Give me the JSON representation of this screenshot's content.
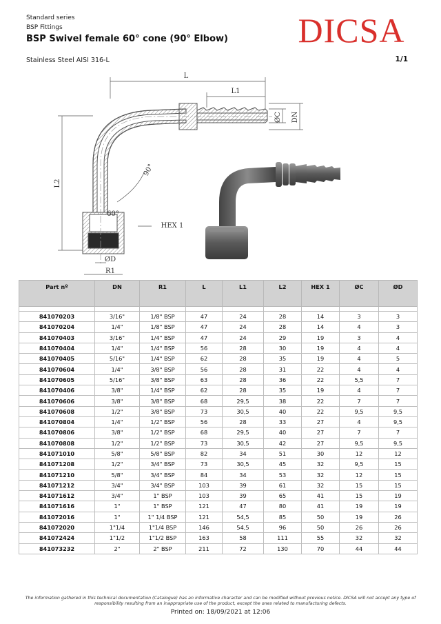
{
  "header": {
    "series": "Standard series",
    "family": "BSP Fittings",
    "title": "BSP Swivel female 60° cone (90° Elbow)",
    "logo_text": "DICSA",
    "material": "Stainless Steel AISI 316-L",
    "page": "1/1"
  },
  "drawing": {
    "dim_L": "L",
    "dim_L1": "L1",
    "dim_L2": "L2",
    "dim_C": "ØC",
    "dim_DN": "DN",
    "dim_D": "ØD",
    "dim_R1": "R1",
    "angle_90": "90°",
    "angle_60": "60°",
    "hex": "HEX 1"
  },
  "table": {
    "columns": [
      "Part nº",
      "DN",
      "R1",
      "L",
      "L1",
      "L2",
      "HEX 1",
      "ØC",
      "ØD"
    ],
    "rows": [
      [
        "841070203",
        "3/16\"",
        "1/8\" BSP",
        "47",
        "24",
        "28",
        "14",
        "3",
        "3"
      ],
      [
        "841070204",
        "1/4\"",
        "1/8\" BSP",
        "47",
        "24",
        "28",
        "14",
        "4",
        "3"
      ],
      [
        "841070403",
        "3/16\"",
        "1/4\" BSP",
        "47",
        "24",
        "29",
        "19",
        "3",
        "4"
      ],
      [
        "841070404",
        "1/4\"",
        "1/4\" BSP",
        "56",
        "28",
        "30",
        "19",
        "4",
        "4"
      ],
      [
        "841070405",
        "5/16\"",
        "1/4\" BSP",
        "62",
        "28",
        "35",
        "19",
        "4",
        "5"
      ],
      [
        "841070604",
        "1/4\"",
        "3/8\" BSP",
        "56",
        "28",
        "31",
        "22",
        "4",
        "4"
      ],
      [
        "841070605",
        "5/16\"",
        "3/8\" BSP",
        "63",
        "28",
        "36",
        "22",
        "5,5",
        "7"
      ],
      [
        "841070406",
        "3/8\"",
        "1/4\" BSP",
        "62",
        "28",
        "35",
        "19",
        "4",
        "7"
      ],
      [
        "841070606",
        "3/8\"",
        "3/8\" BSP",
        "68",
        "29,5",
        "38",
        "22",
        "7",
        "7"
      ],
      [
        "841070608",
        "1/2\"",
        "3/8\" BSP",
        "73",
        "30,5",
        "40",
        "22",
        "9,5",
        "9,5"
      ],
      [
        "841070804",
        "1/4\"",
        "1/2\" BSP",
        "56",
        "28",
        "33",
        "27",
        "4",
        "9,5"
      ],
      [
        "841070806",
        "3/8\"",
        "1/2\" BSP",
        "68",
        "29,5",
        "40",
        "27",
        "7",
        "7"
      ],
      [
        "841070808",
        "1/2\"",
        "1/2\" BSP",
        "73",
        "30,5",
        "42",
        "27",
        "9,5",
        "9,5"
      ],
      [
        "841071010",
        "5/8\"",
        "5/8\" BSP",
        "82",
        "34",
        "51",
        "30",
        "12",
        "12"
      ],
      [
        "841071208",
        "1/2\"",
        "3/4\" BSP",
        "73",
        "30,5",
        "45",
        "32",
        "9,5",
        "15"
      ],
      [
        "841071210",
        "5/8\"",
        "3/4\" BSP",
        "84",
        "34",
        "53",
        "32",
        "12",
        "15"
      ],
      [
        "841071212",
        "3/4\"",
        "3/4\" BSP",
        "103",
        "39",
        "61",
        "32",
        "15",
        "15"
      ],
      [
        "841071612",
        "3/4\"",
        "1\" BSP",
        "103",
        "39",
        "65",
        "41",
        "15",
        "19"
      ],
      [
        "841071616",
        "1\"",
        "1\" BSP",
        "121",
        "47",
        "80",
        "41",
        "19",
        "19"
      ],
      [
        "841072016",
        "1\"",
        "1\" 1/4 BSP",
        "121",
        "54,5",
        "85",
        "50",
        "19",
        "26"
      ],
      [
        "841072020",
        "1\"1/4",
        "1\"1/4 BSP",
        "146",
        "54,5",
        "96",
        "50",
        "26",
        "26"
      ],
      [
        "841072424",
        "1\"1/2",
        "1\"1/2 BSP",
        "163",
        "58",
        "111",
        "55",
        "32",
        "32"
      ],
      [
        "841073232",
        "2\"",
        "2\" BSP",
        "211",
        "72",
        "130",
        "70",
        "44",
        "44"
      ]
    ]
  },
  "footer": {
    "disclaimer": "The information gathered in this technical documentation (Catalogue) has an informative character and can be modified without previous notice. DICSA will not accept any type of responsibility resulting from an inappropriate use of the product, except the ones related to manufacturing defects.",
    "printed": "Printed on: 18/09/2021 at 12:06"
  },
  "colors": {
    "logo_red": "#d9302c",
    "header_gray": "#d2d2d2"
  }
}
